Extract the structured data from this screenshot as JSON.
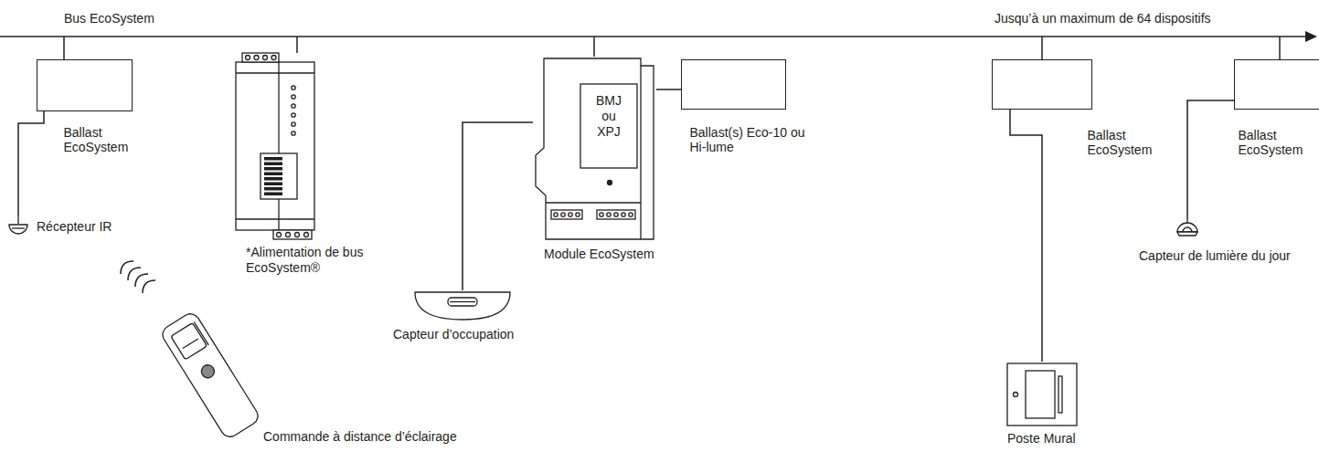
{
  "diagram": {
    "nodes": [
      {
        "text": [
          "Ballast EcoSystem"
        ]
      },
      {
        "text": [
          "Récepteur IR"
        ]
      },
      {
        "text": [
          "*Alimentation de bus EcoSystem®"
        ]
      },
      {
        "text": [
          "BMJ ou XPJ",
          "Module EcoSystem"
        ]
      },
      {
        "text": [
          "Capteur d’occupation"
        ]
      },
      {
        "text": [
          "Ballast(s) Eco-10 ou Hi-lume"
        ]
      },
      {
        "text": [
          "Ballast EcoSystem"
        ]
      },
      {
        "text": [
          "Poste Mural"
        ]
      },
      {
        "text": [
          "Ballast EcoSystem"
        ]
      },
      {
        "text": [
          "Capteur de lumière du jour"
        ]
      },
      {
        "text": [
          "Commande à distance d’éclairage"
        ]
      }
    ],
    "edges": [
      {
        "from": 0,
        "to": 1,
        "arrow": "none"
      },
      {
        "from": 3,
        "to": 4,
        "arrow": "none"
      },
      {
        "from": 3,
        "to": 5,
        "arrow": "none"
      },
      {
        "from": 6,
        "to": 7,
        "arrow": "none"
      },
      {
        "from": 8,
        "to": 9,
        "arrow": "none"
      }
    ],
    "labels": [
      "Bus EcoSystem",
      "Jusqu’à un maximum de 64 dispositifs"
    ]
  }
}
